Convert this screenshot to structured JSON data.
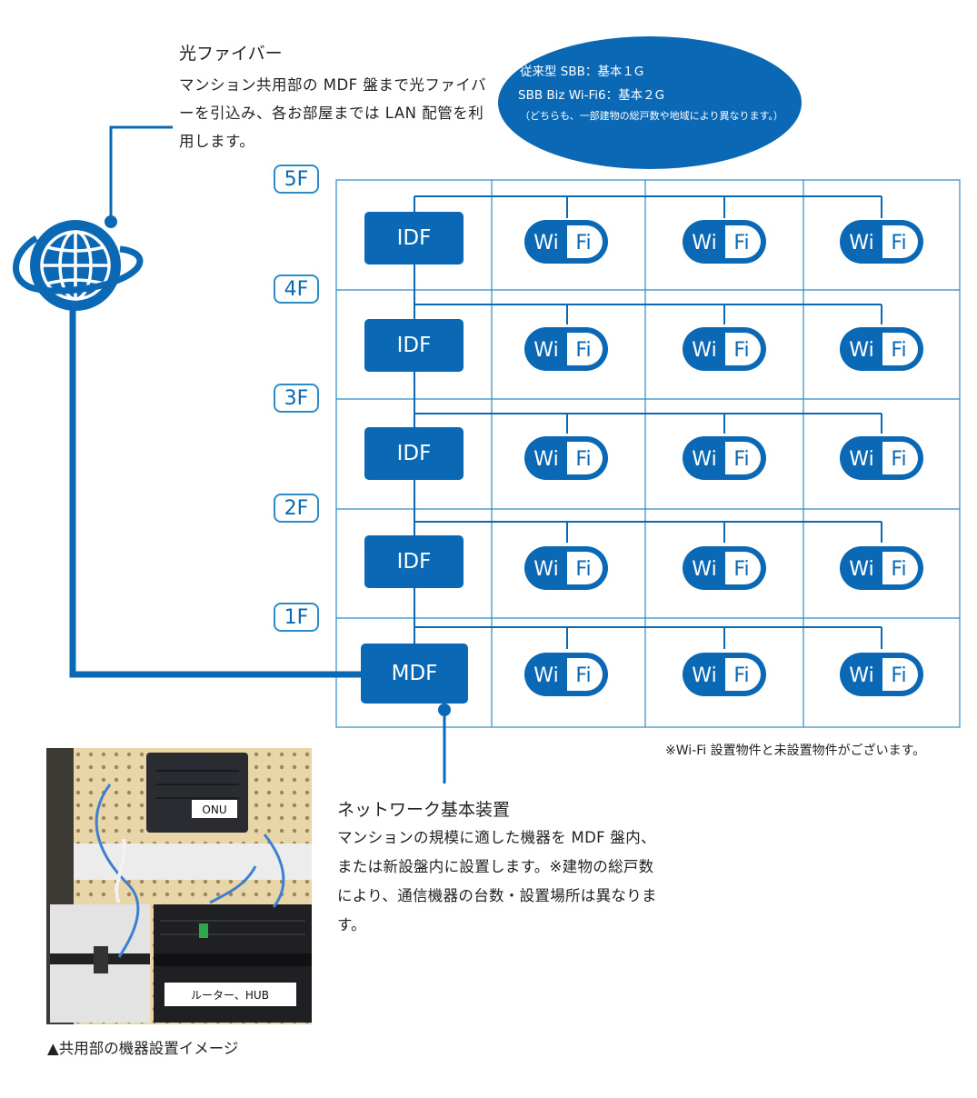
{
  "fiber": {
    "title": "光ファイバー",
    "description": "マンション共用部の MDF 盤まで光ファイバーを引込み、各お部屋までは LAN 配管を利用します。"
  },
  "speed_info": {
    "line1": "従来型 SBB：基本１G",
    "line2": "SBB Biz Wi-Fi6：基本２G",
    "line3": "（どちらも、一部建物の総戸数や地域により異なります。）"
  },
  "floors": [
    "5F",
    "4F",
    "3F",
    "2F",
    "1F"
  ],
  "equipment": {
    "idf_label": "IDF",
    "mdf_label": "MDF"
  },
  "wifi_badge": {
    "left": "Wi",
    "right": "Fi"
  },
  "wifi_note": "※Wi-Fi 設置物件と未設置物件がございます。",
  "network": {
    "title": "ネットワーク基本装置",
    "description": "マンションの規模に適した機器を MDF 盤内、または新設盤内に設置します。※建物の総戸数により、通信機器の台数・設置場所は異なります。"
  },
  "photo": {
    "onu_label": "ONU",
    "router_label": "ルーター、HUB",
    "caption": "▲共用部の機器設置イメージ"
  },
  "colors": {
    "primary": "#0a68b4",
    "grid": "#2e8bc9",
    "photo_background": "#e8d6a8"
  },
  "icons": [
    "globe-icon",
    "wifi-icon"
  ]
}
